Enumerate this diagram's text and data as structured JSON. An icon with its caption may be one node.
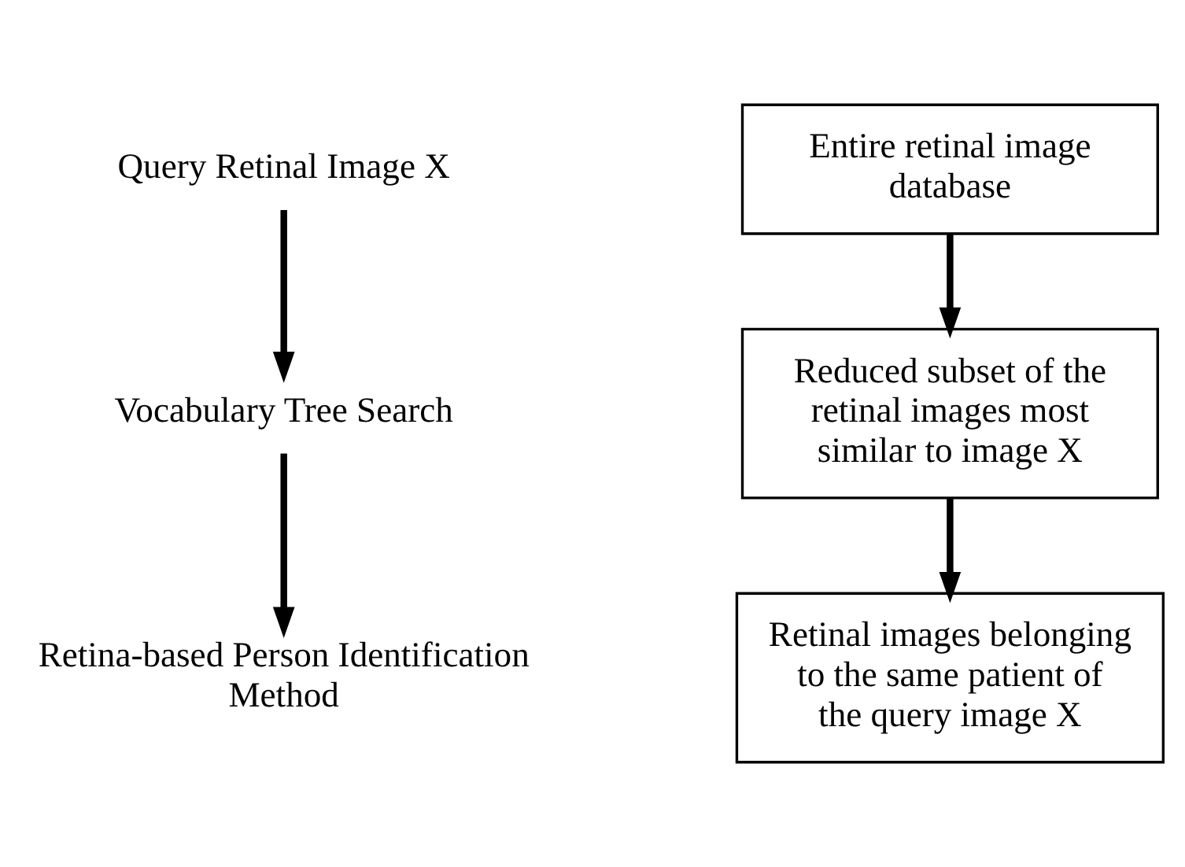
{
  "diagram": {
    "nodes": [
      {
        "text": [
          "Query Retinal Image X"
        ]
      },
      {
        "text": [
          "Entire retinal image database"
        ]
      },
      {
        "text": [
          "Vocabulary Tree Search"
        ]
      },
      {
        "text": [
          "Reduced subset of the retinal images most similar to image X"
        ]
      },
      {
        "text": [
          "Retina-based Person Identification Method"
        ]
      },
      {
        "text": [
          "Retinal images belonging to the same patient of the query image X"
        ]
      }
    ],
    "edges": [
      {
        "from": 0,
        "to": 2,
        "arrow": "to"
      },
      {
        "from": 2,
        "to": 4,
        "arrow": "to"
      },
      {
        "from": 1,
        "to": 3,
        "arrow": "to"
      },
      {
        "from": 3,
        "to": 5,
        "arrow": "to"
      }
    ]
  }
}
